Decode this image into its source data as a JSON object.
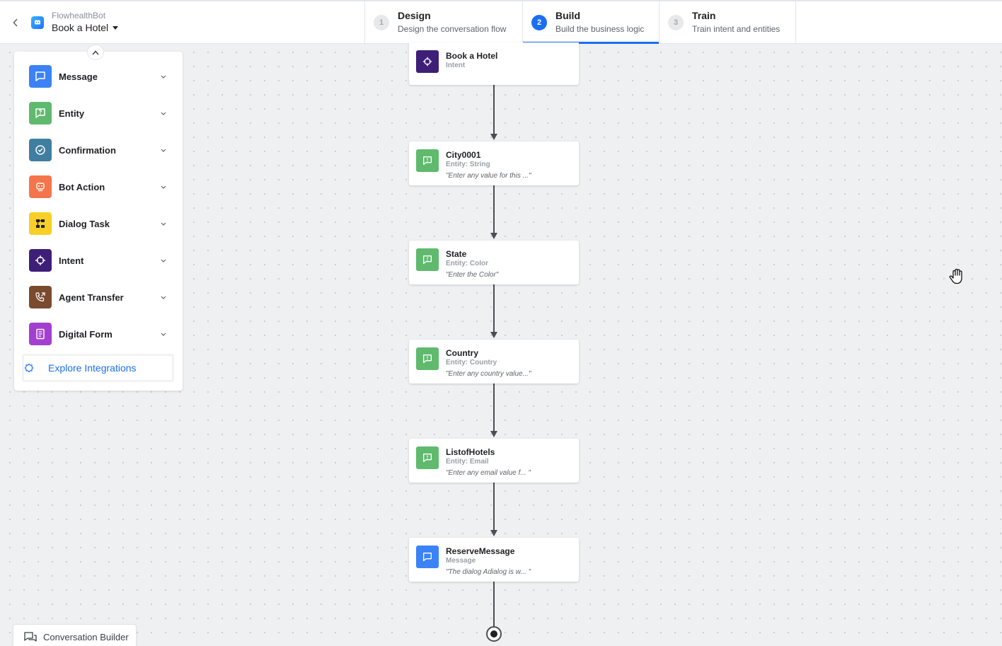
{
  "header": {
    "bot_name": "FlowhealthBot",
    "dialog_name": "Book a Hotel",
    "steps": [
      {
        "num": "1",
        "title": "Design",
        "subtitle": "Design the conversation flow",
        "active": false
      },
      {
        "num": "2",
        "title": "Build",
        "subtitle": "Build the business logic",
        "active": true
      },
      {
        "num": "3",
        "title": "Train",
        "subtitle": "Train intent and entities",
        "active": false
      }
    ]
  },
  "panel": {
    "items": [
      {
        "label": "Message",
        "icon": "message-icon",
        "color": "#3b82f6"
      },
      {
        "label": "Entity",
        "icon": "entity-icon",
        "color": "#5fba6e"
      },
      {
        "label": "Confirmation",
        "icon": "confirmation-icon",
        "color": "#3f7ea0"
      },
      {
        "label": "Bot Action",
        "icon": "bot-action-icon",
        "color": "#f4754c"
      },
      {
        "label": "Dialog Task",
        "icon": "dialog-task-icon",
        "color": "#f8cf26"
      },
      {
        "label": "Intent",
        "icon": "intent-icon",
        "color": "#3d1f78"
      },
      {
        "label": "Agent Transfer",
        "icon": "agent-transfer-icon",
        "color": "#7a4a2e"
      },
      {
        "label": "Digital Form",
        "icon": "digital-form-icon",
        "color": "#a23fd1"
      }
    ],
    "explore_label": "Explore Integrations"
  },
  "flow": {
    "nodes": [
      {
        "title": "Book a Hotel",
        "type": "Intent",
        "prompt": "",
        "icon": "intent-icon",
        "color": "#3d1f78"
      },
      {
        "title": "City0001",
        "type": "Entity: String",
        "prompt": "\"Enter any value for this ...\"",
        "icon": "entity-icon",
        "color": "#5fba6e"
      },
      {
        "title": "State",
        "type": "Entity: Color",
        "prompt": "\"Enter the Color\"",
        "icon": "entity-icon",
        "color": "#5fba6e"
      },
      {
        "title": "Country",
        "type": "Entity: Country",
        "prompt": "\"Enter any country value...\"",
        "icon": "entity-icon",
        "color": "#5fba6e"
      },
      {
        "title": "ListofHotels",
        "type": "Entity: Email",
        "prompt": "\"Enter any email value f... \"",
        "icon": "entity-icon",
        "color": "#5fba6e"
      },
      {
        "title": "ReserveMessage",
        "type": "Message",
        "prompt": "\"The dialog Adialog is w... \"",
        "icon": "message-icon",
        "color": "#3b82f6"
      }
    ]
  },
  "footer": {
    "conversation_builder_label": "Conversation Builder"
  },
  "colors": {
    "accent": "#1a6ff0",
    "canvas": "#eff0f2",
    "connector": "#4a4d52"
  }
}
